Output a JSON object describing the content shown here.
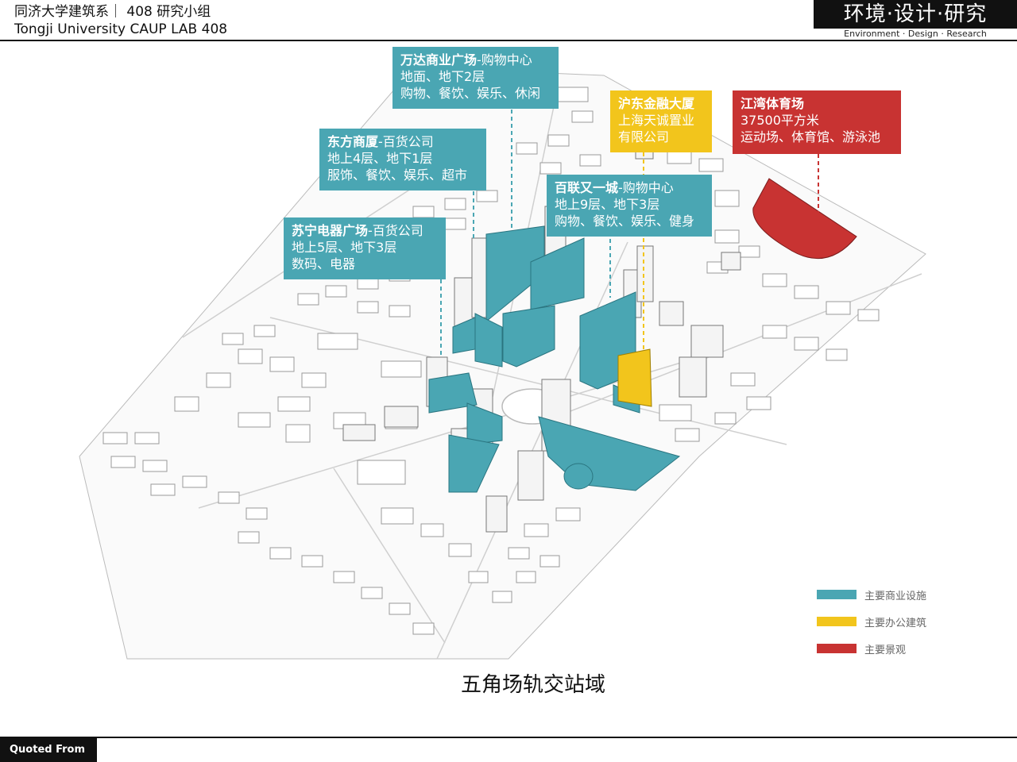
{
  "header": {
    "line1": "同济大学建筑系｜ 408 研究小组",
    "line2": "Tongji University CAUP   LAB 408"
  },
  "brand": {
    "title": "环境·设计·研究",
    "subtitle": "Environment · Design · Research"
  },
  "colors": {
    "commercial": "#4aa6b3",
    "office": "#f2c51c",
    "landscape": "#c83332"
  },
  "labels": {
    "wanda": {
      "name": "万达商业广场",
      "type": "-购物中心",
      "line2": "地面、地下2层",
      "line3": "购物、餐饮、娱乐、休闲"
    },
    "dongfang": {
      "name": "东方商厦",
      "type": "-百货公司",
      "line2": "地上4层、地下1层",
      "line3": "服饰、餐饮、娱乐、超市"
    },
    "suning": {
      "name": "苏宁电器广场",
      "type": "-百货公司",
      "line2": "地上5层、地下3层",
      "line3": "数码、电器"
    },
    "hudong": {
      "name": "沪东金融大厦",
      "line2": "上海天诚置业",
      "line3": "有限公司"
    },
    "bailian": {
      "name": "百联又一城",
      "type": "-购物中心",
      "line2": "地上9层、地下3层",
      "line3": "购物、餐饮、娱乐、健身"
    },
    "jiangwan": {
      "name": "江湾体育场",
      "line2": "37500平方米",
      "line3": "运动场、体育馆、游泳池"
    }
  },
  "legend": [
    {
      "label": "主要商业设施",
      "color": "#4aa6b3"
    },
    {
      "label": "主要办公建筑",
      "color": "#f2c51c"
    },
    {
      "label": "主要景观",
      "color": "#c83332"
    }
  ],
  "caption": "五角场轨交站域",
  "footer": {
    "quoted": "Quoted From"
  }
}
